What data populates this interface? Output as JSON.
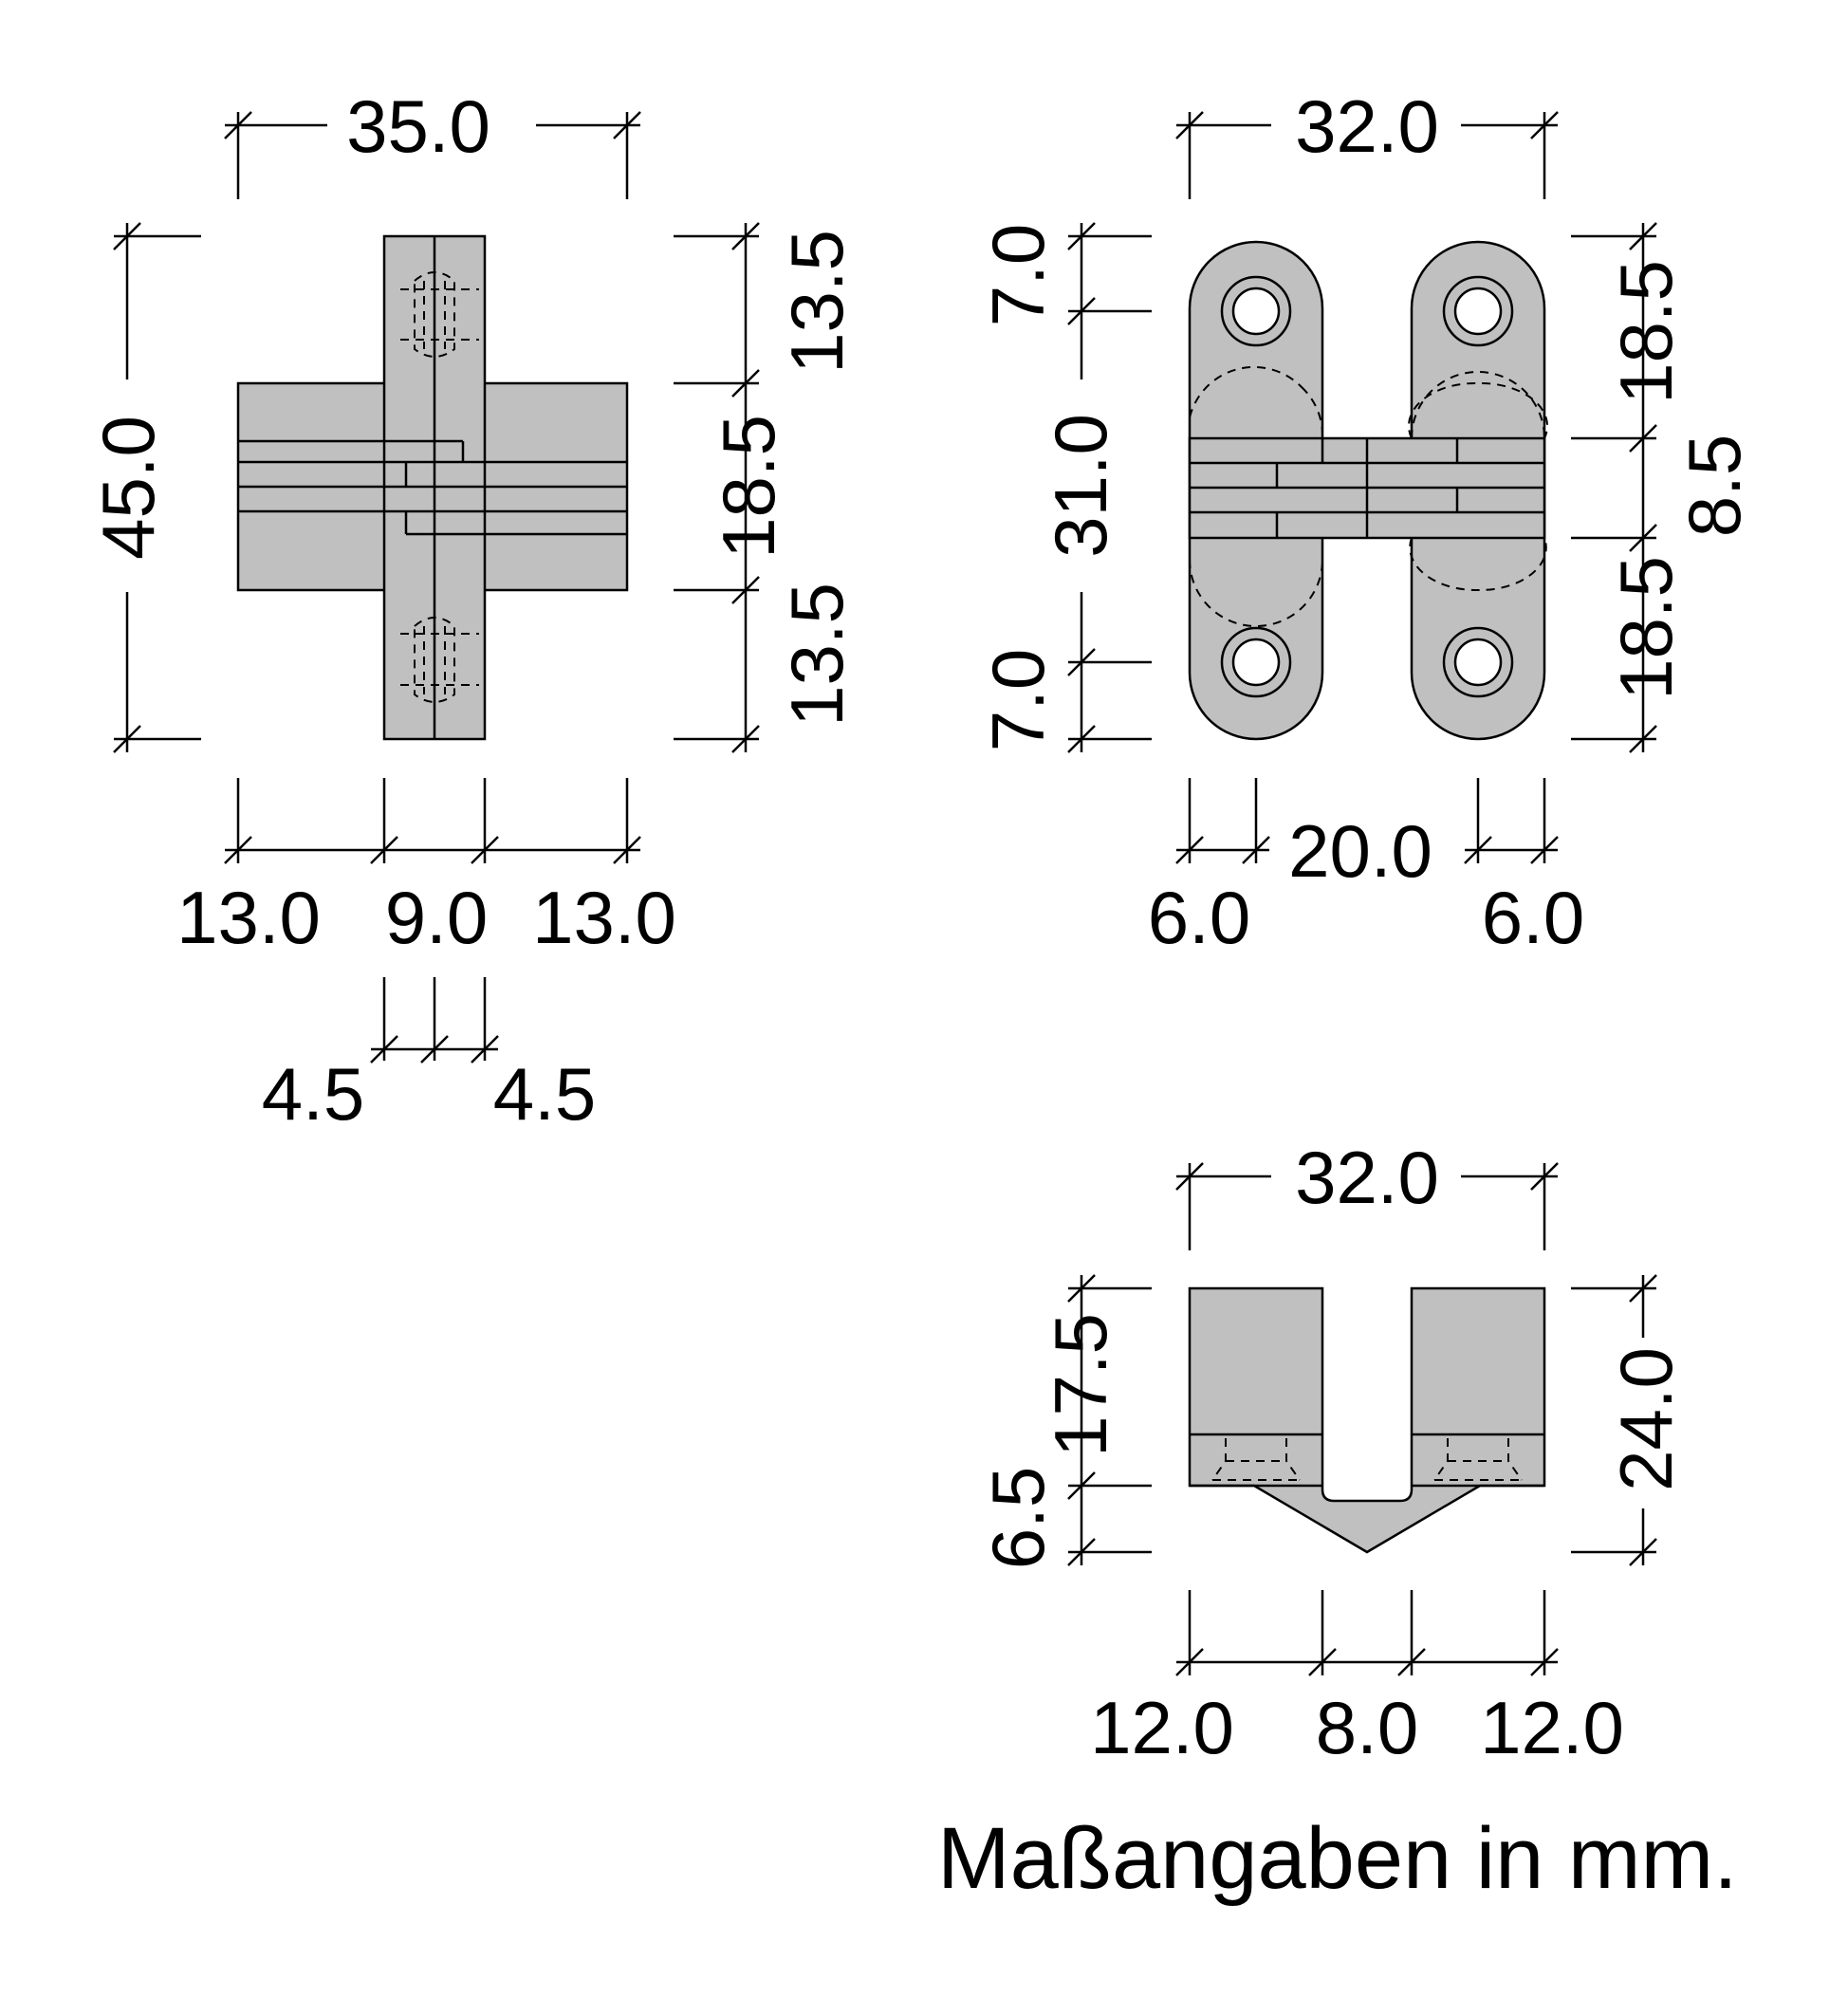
{
  "front_view": {
    "overall_width": "35.0",
    "overall_height": "45.0",
    "top_section": "13.5",
    "middle_section": "18.5",
    "bottom_section": "13.5",
    "width_left": "13.0",
    "width_center": "9.0",
    "width_right": "13.0",
    "half_left": "4.5",
    "half_right": "4.5"
  },
  "side_view": {
    "overall_width": "32.0",
    "hole_top": "7.0",
    "body_height": "31.0",
    "hole_bottom": "7.0",
    "upper_height": "18.5",
    "joint_height": "8.5",
    "lower_height": "18.5",
    "left_width": "6.0",
    "center_width": "20.0",
    "right_width": "6.0"
  },
  "top_view": {
    "overall_width": "32.0",
    "block_height": "17.5",
    "lower_height": "6.5",
    "overall_height": "24.0",
    "left_width": "12.0",
    "center_width": "8.0",
    "right_width": "12.0"
  },
  "note": "Maßangaben in mm.",
  "colors": {
    "part_fill": "#c0c0c0",
    "line": "#000000",
    "background": "#ffffff"
  }
}
